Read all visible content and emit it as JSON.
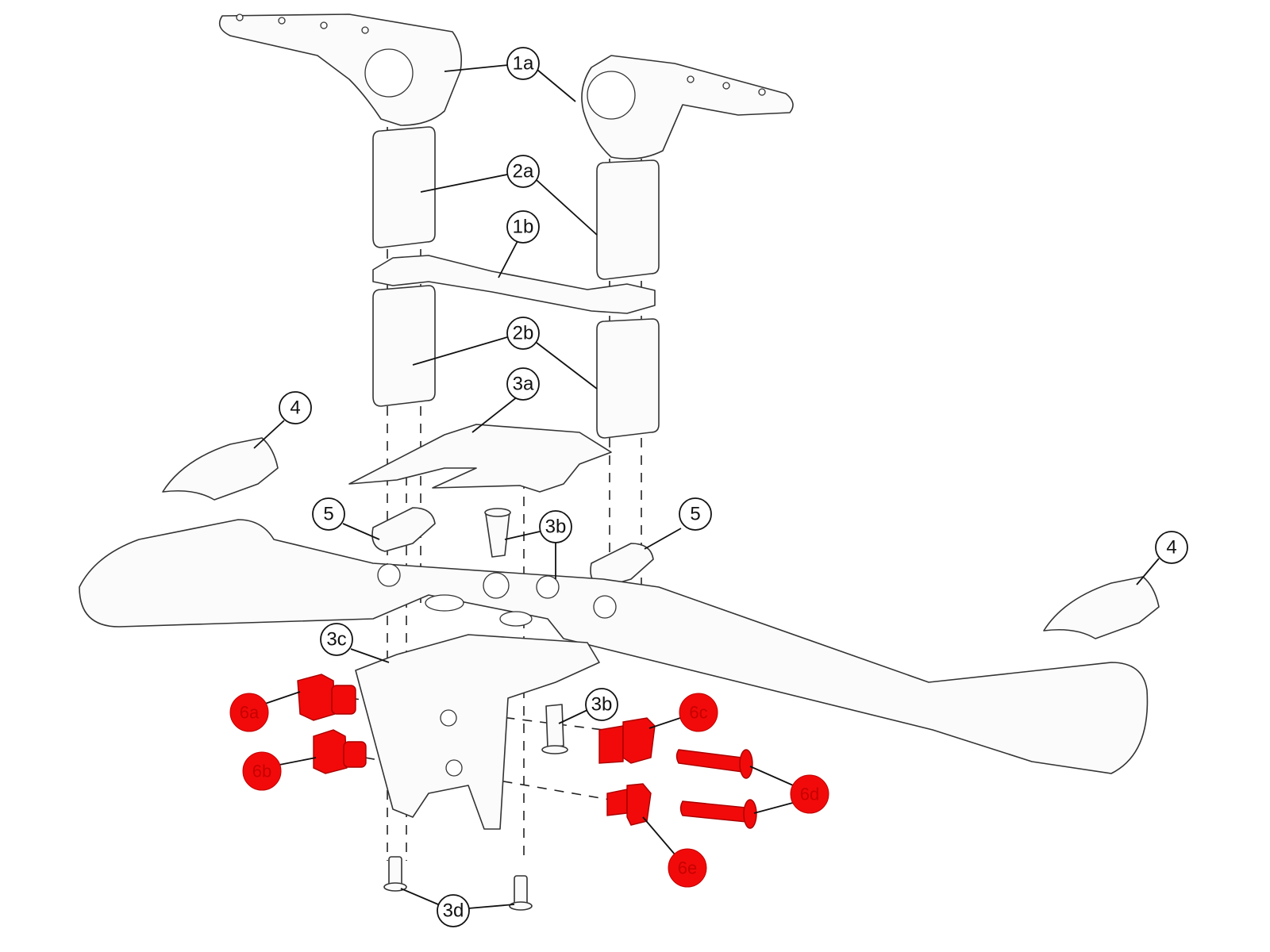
{
  "diagram": {
    "type": "exploded-parts-diagram",
    "subject": "handlebar-cockpit-assembly",
    "callouts": [
      {
        "id": "1a",
        "label": "1a",
        "part": "extension-clamp-bracket"
      },
      {
        "id": "1b",
        "label": "1b",
        "part": "bridge-plate"
      },
      {
        "id": "2a",
        "label": "2a",
        "part": "upper-riser-spacer"
      },
      {
        "id": "2b",
        "label": "2b",
        "part": "lower-riser-spacer"
      },
      {
        "id": "3a",
        "label": "3a",
        "part": "top-cover-plate"
      },
      {
        "id": "3b",
        "label": "3b",
        "part": "countersunk-bolt"
      },
      {
        "id": "3c",
        "label": "3c",
        "part": "stem-clamp-bracket"
      },
      {
        "id": "3d",
        "label": "3d",
        "part": "pin"
      },
      {
        "id": "4",
        "label": "4",
        "part": "armrest-cap"
      },
      {
        "id": "5",
        "label": "5",
        "part": "mount-block"
      }
    ],
    "highlighted_callouts": [
      {
        "id": "6a",
        "label": "6a",
        "part": "barrel-nut"
      },
      {
        "id": "6b",
        "label": "6b",
        "part": "barrel-nut"
      },
      {
        "id": "6c",
        "label": "6c",
        "part": "barrel-nut"
      },
      {
        "id": "6d",
        "label": "6d",
        "part": "countersunk-screw"
      },
      {
        "id": "6e",
        "label": "6e",
        "part": "barrel-nut"
      }
    ],
    "colors": {
      "highlight": "#f20a0a",
      "line": "#222222",
      "background": "#ffffff"
    }
  }
}
